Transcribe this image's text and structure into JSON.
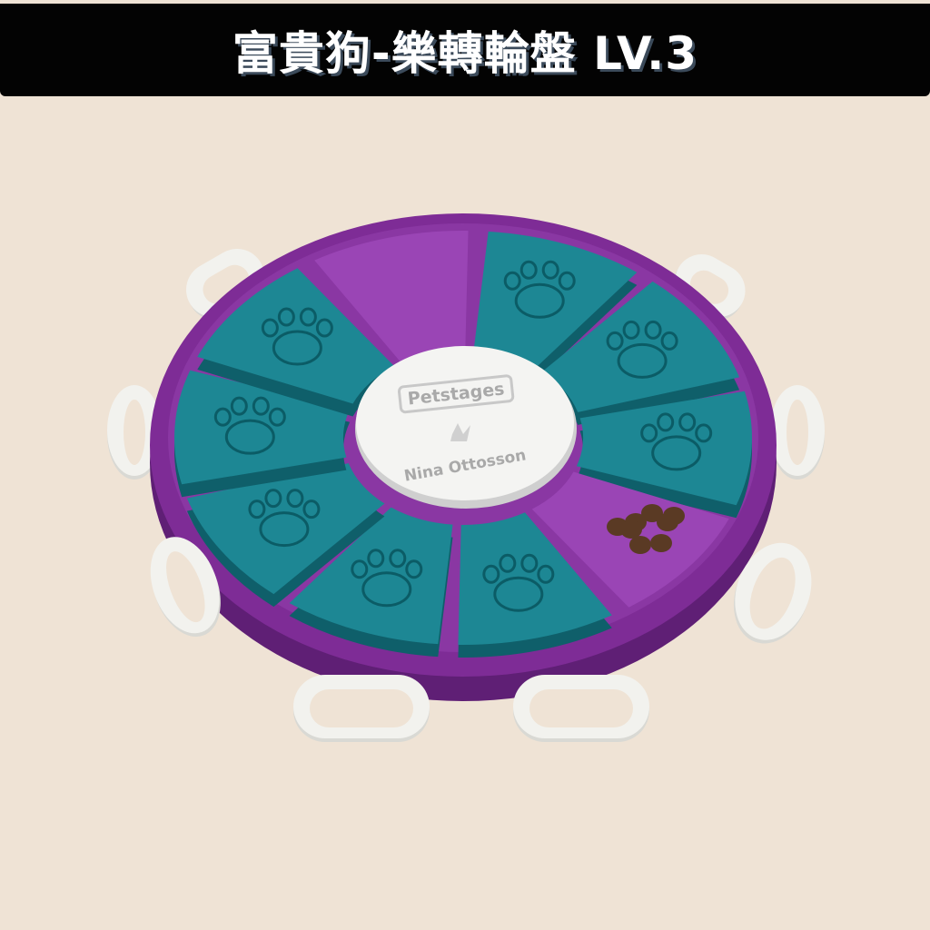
{
  "banner": {
    "title": "富貴狗-樂轉輪盤 LV.3"
  },
  "product": {
    "logo_text": [
      "Petstages",
      "Nina Ottosson"
    ],
    "colors": {
      "background": "#efe3d5",
      "base": "#7b2a93",
      "tiles": "#1d8794",
      "center": "#f3f3f1",
      "handles": "#f2f2ee",
      "kibble": "#5a3a24"
    },
    "segments": [
      "empty",
      "tile",
      "tile",
      "tile",
      "kibble",
      "tile",
      "tile",
      "tile",
      "tile",
      "tile"
    ]
  }
}
